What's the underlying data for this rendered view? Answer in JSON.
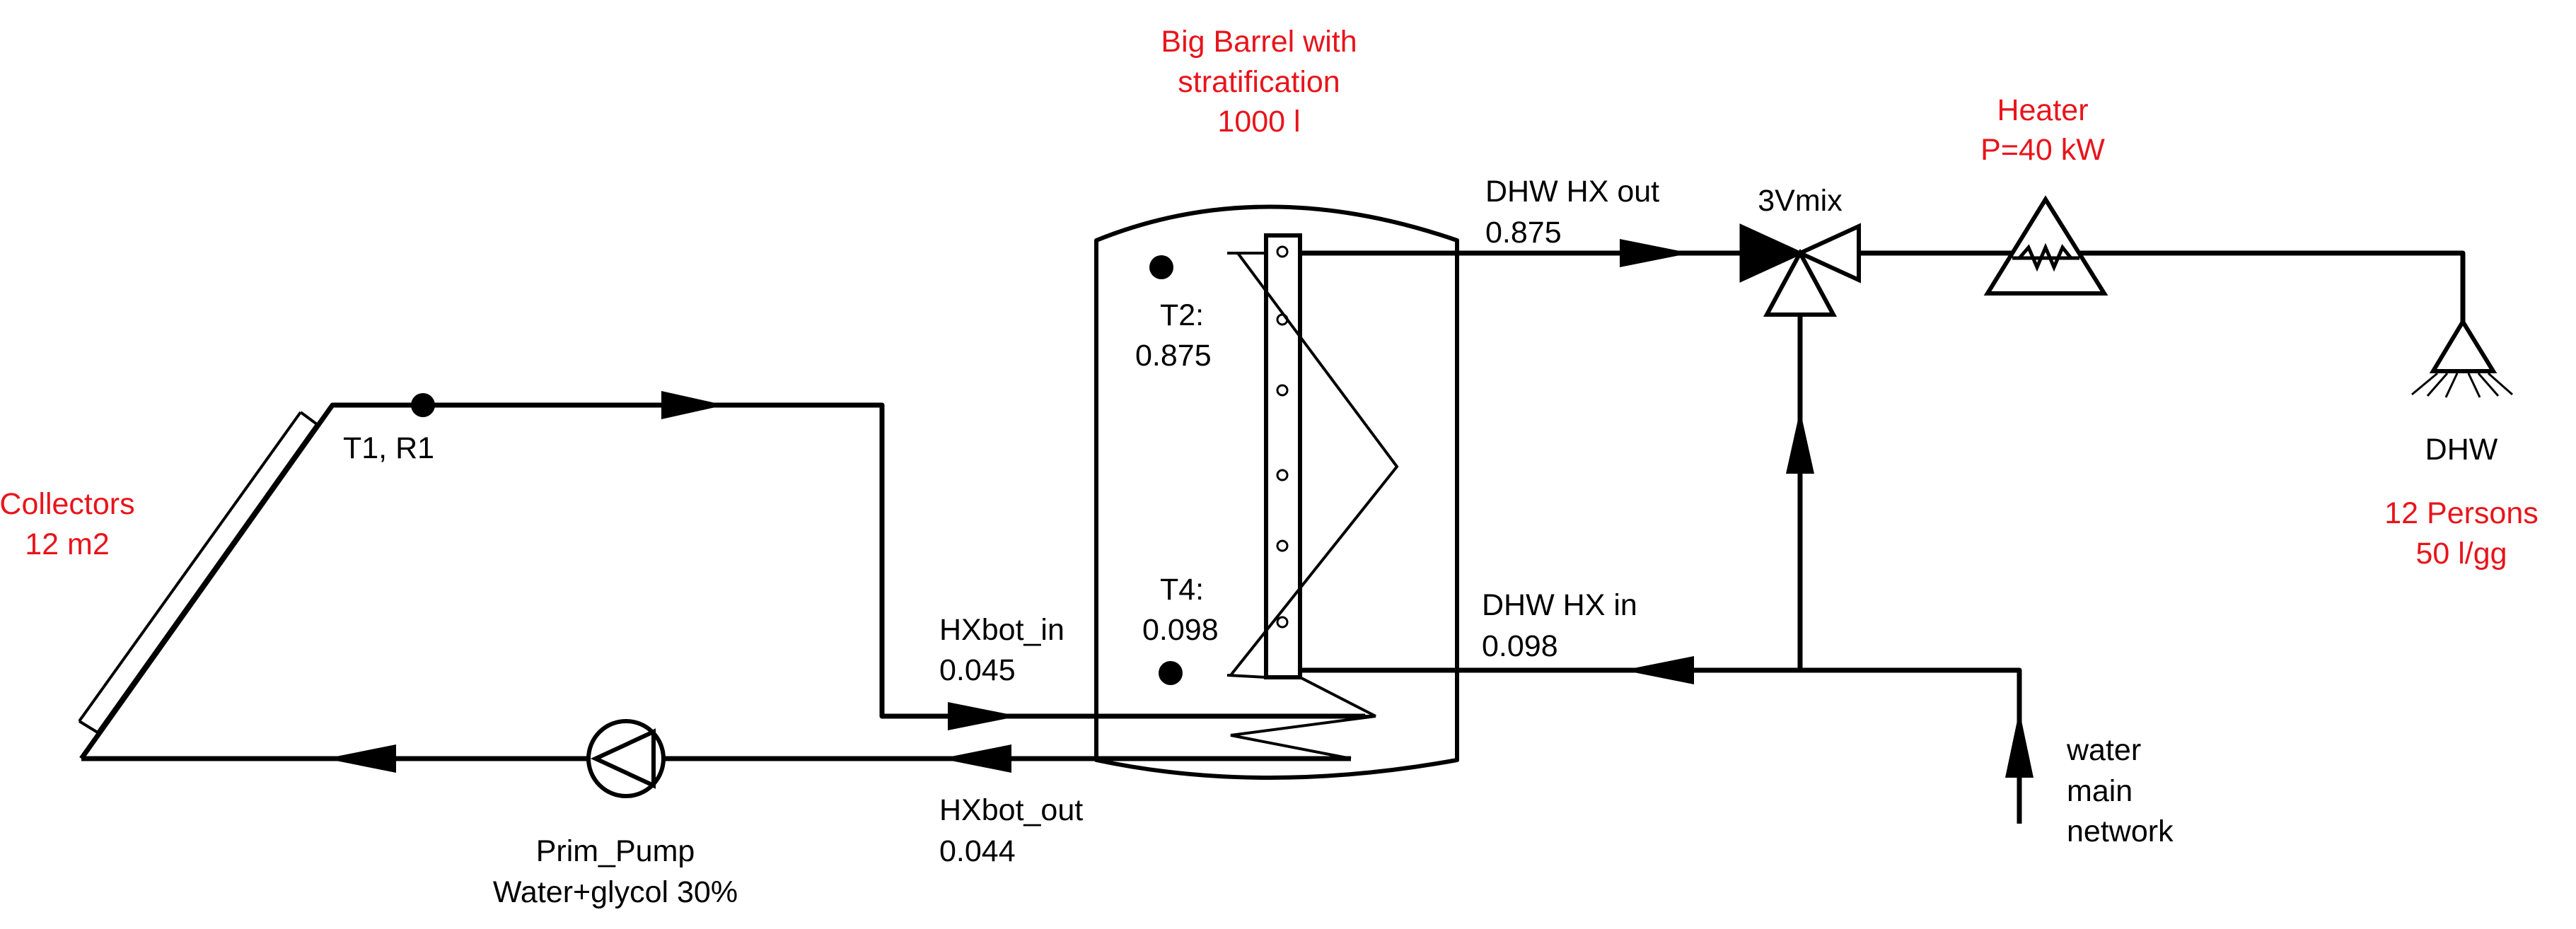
{
  "labels": {
    "tank_title_1": "Big Barrel with",
    "tank_title_2": "stratification",
    "tank_volume": "1000 l",
    "heater_title": "Heater",
    "heater_power": "P=40 kW",
    "valve": "3Vmix",
    "dhw_hx_out": "DHW HX out",
    "dhw_hx_out_val": "0.875",
    "t2": "T2:",
    "t2_val": "0.875",
    "t1r1": "T1, R1",
    "collectors_1": "Collectors",
    "collectors_2": "12 m2",
    "dhw": "DHW",
    "persons": "12 Persons",
    "lgg": "50 l/gg",
    "t4": "T4:",
    "t4_val": "0.098",
    "dhw_hx_in": "DHW HX in",
    "dhw_hx_in_val": "0.098",
    "hxbot_in": "HXbot_in",
    "hxbot_in_val": "0.045",
    "hxbot_out": "HXbot_out",
    "hxbot_out_val": "0.044",
    "water_1": "water",
    "water_2": "main",
    "water_3": "network",
    "pump": "Prim_Pump",
    "pump_fluid": "Water+glycol 30%"
  },
  "colors": {
    "line": "#000000",
    "accent_red": "#e8141b"
  }
}
